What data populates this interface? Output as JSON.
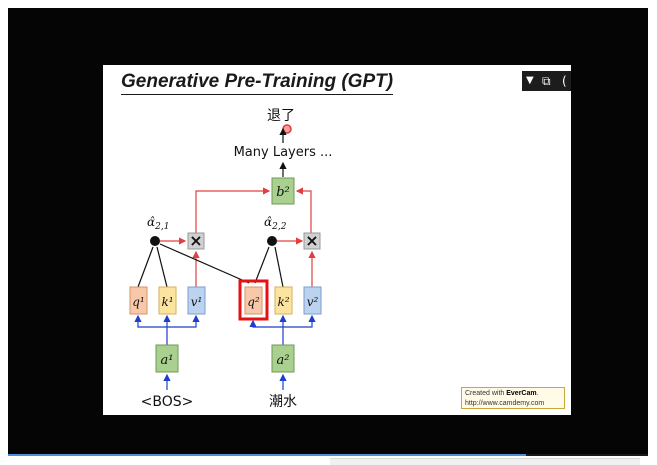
{
  "slide": {
    "title": "Generative Pre-Training (GPT)",
    "output_token": "退了",
    "many_layers": "Many Layers ...",
    "b_label": "b²",
    "alpha_21": "α̂",
    "alpha_21_sub": "2,1",
    "alpha_22": "α̂",
    "alpha_22_sub": "2,2",
    "multiply_sign": "×",
    "q1": "q¹",
    "k1": "k¹",
    "v1": "v¹",
    "q2": "q²",
    "k2": "k²",
    "v2": "v²",
    "a1": "a¹",
    "a2": "a²",
    "token_bos": "<BOS>",
    "token_2": "潮水",
    "watermark_line1_prefix": "Created with ",
    "watermark_brand": "EverCam",
    "watermark_line1_suffix": ".",
    "watermark_line2": "http://www.camdemy.com"
  },
  "controls": {
    "dropdown_icon": "▼",
    "restore_icon": "⧉",
    "fullscreen_icon": "(",
    "progress": 0.81
  },
  "colors": {
    "q_box": "#f8c9a8",
    "k_box": "#fde3a0",
    "v_box": "#bcd3ef",
    "green_box": "#a9d08e",
    "red_arrow": "#e04040",
    "blue_arrow": "#1f3ecc",
    "highlight": "#e81010"
  }
}
